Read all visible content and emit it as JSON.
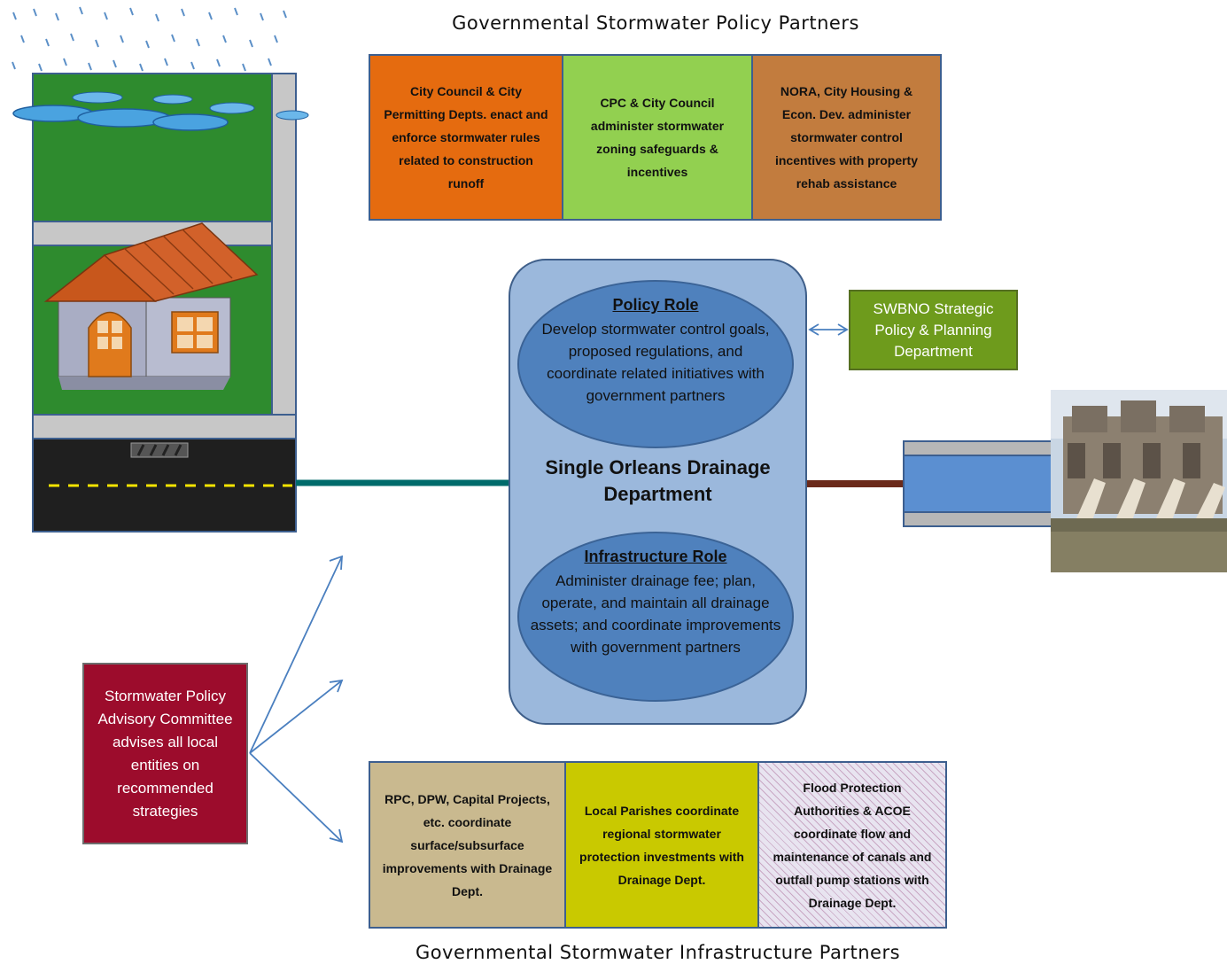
{
  "header_title": "Governmental Stormwater Policy Partners",
  "footer_title": "Governmental Stormwater Infrastructure Partners",
  "policy_partners": [
    {
      "text": "City Council & City Permitting Depts. enact and enforce stormwater rules related to construction runoff",
      "color": "#e56b0f"
    },
    {
      "text": "CPC & City Council administer stormwater zoning safeguards & incentives",
      "color": "#92d050"
    },
    {
      "text": "NORA, City Housing & Econ. Dev. administer stormwater control incentives with property rehab assistance",
      "color": "#c27c3e"
    }
  ],
  "infrastructure_partners": [
    {
      "text": "RPC, DPW, Capital Projects, etc. coordinate surface/subsurface improvements with Drainage Dept.",
      "color": "#c9b98f"
    },
    {
      "text": "Local Parishes coordinate regional stormwater protection investments with Drainage Dept.",
      "color": "#c9c900"
    },
    {
      "text": "Flood Protection Authorities & ACOE coordinate flow and maintenance of canals and outfall pump stations with Drainage Dept.",
      "color": "hatched"
    }
  ],
  "department": {
    "name": "Single Orleans Drainage Department",
    "policy_role": {
      "title": "Policy Role",
      "text": "Develop stormwater control goals, proposed regulations, and coordinate related initiatives with government partners"
    },
    "infrastructure_role": {
      "title": "Infrastructure Role",
      "text": "Administer drainage fee; plan, operate, and maintain all drainage assets; and coordinate improvements with government partners"
    }
  },
  "swbno_box": "SWBNO Strategic Policy & Planning Department",
  "committee_box": "Stormwater Policy Advisory Committee advises all local entities on recommended strategies",
  "colors": {
    "department_fill": "#9bb8dc",
    "ellipse_fill": "#4f81bd",
    "swbno_fill": "#6e9b1c",
    "committee_fill": "#9c0c2c",
    "connector_left": "#006b6b",
    "connector_right": "#6b2a1a",
    "arrow": "#4a7fbf"
  },
  "icons": [
    "rain-icon",
    "puddle-icon",
    "house-icon",
    "road-icon",
    "pump-station-photo"
  ]
}
